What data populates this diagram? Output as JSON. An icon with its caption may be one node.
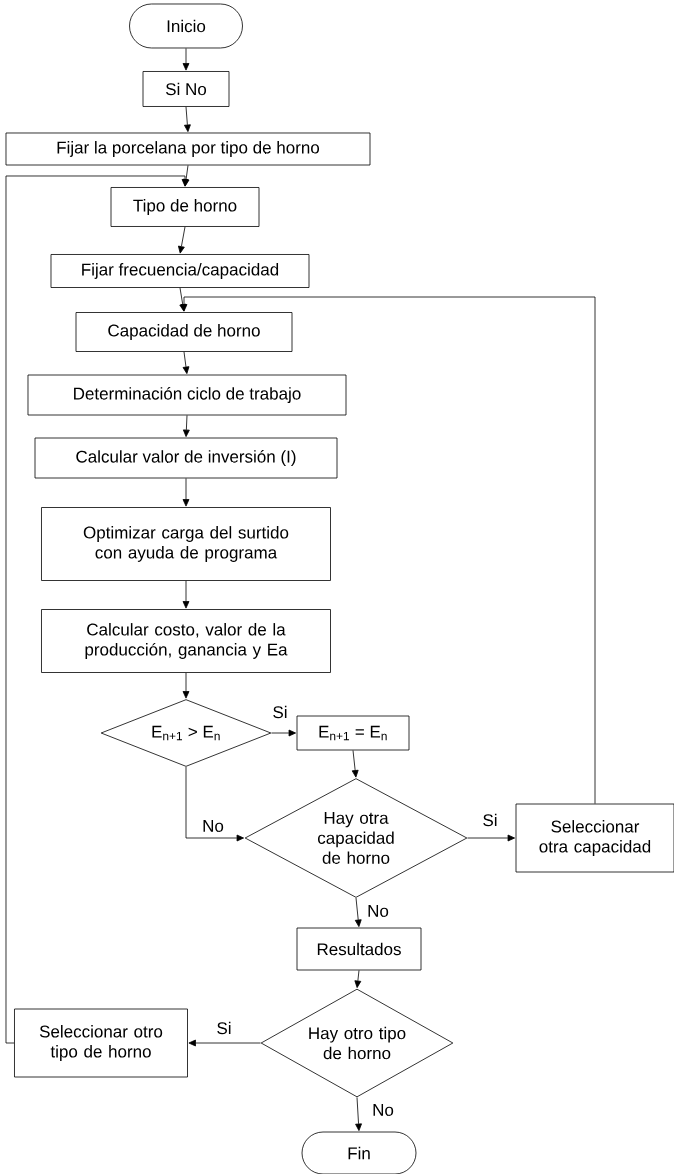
{
  "diagram": {
    "nodes": [
      {
        "text": [
          "Inicio"
        ]
      },
      {
        "text": [
          "Si No"
        ]
      },
      {
        "text": [
          "Fijar la porcelana por tipo de horno"
        ]
      },
      {
        "text": [
          "Tipo de horno"
        ]
      },
      {
        "text": [
          "Fijar frecuencia/capacidad"
        ]
      },
      {
        "text": [
          "Capacidad de horno"
        ]
      },
      {
        "text": [
          "Determinación ciclo de trabajo"
        ]
      },
      {
        "text": [
          "Calcular valor de inversión (I)"
        ]
      },
      {
        "text": [
          "Optimizar carga del surtido con ayuda de programa"
        ]
      },
      {
        "text": [
          "Calcular costo, valor de la producción, ganancia y Ea"
        ]
      },
      {
        "text": [
          "E$_{n+1}$ > E$_{n}$"
        ]
      },
      {
        "text": [
          "E$_{n+1}$ = E$_{n}$"
        ]
      },
      {
        "text": [
          "Hay otra capacidad de horno"
        ]
      },
      {
        "text": [
          "Seleccionar otra capacidad"
        ]
      },
      {
        "text": [
          "Resultados"
        ]
      },
      {
        "text": [
          "Hay otro tipo de horno"
        ]
      },
      {
        "text": [
          "Seleccionar otro tipo de horno"
        ]
      },
      {
        "text": [
          "Fin"
        ]
      }
    ],
    "edges": [
      {
        "from": 0,
        "to": 1,
        "arrow": "to"
      },
      {
        "from": 1,
        "to": 2,
        "arrow": "to"
      },
      {
        "from": 2,
        "to": 3,
        "arrow": "to"
      },
      {
        "from": 3,
        "to": 4,
        "arrow": "to"
      },
      {
        "from": 4,
        "to": 5,
        "arrow": "to"
      },
      {
        "from": 5,
        "to": 6,
        "arrow": "to"
      },
      {
        "from": 6,
        "to": 7,
        "arrow": "to"
      },
      {
        "from": 7,
        "to": 8,
        "arrow": "to"
      },
      {
        "from": 8,
        "to": 9,
        "arrow": "to"
      },
      {
        "from": 9,
        "to": 10,
        "arrow": "to"
      },
      {
        "from": 10,
        "to": 11,
        "arrow": "to",
        "label": "Si"
      },
      {
        "from": 10,
        "to": 12,
        "arrow": "to",
        "label": "No"
      },
      {
        "from": 11,
        "to": 12,
        "arrow": "to"
      },
      {
        "from": 12,
        "to": 13,
        "arrow": "to",
        "label": "Si"
      },
      {
        "from": 12,
        "to": 14,
        "arrow": "to",
        "label": "No"
      },
      {
        "from": 14,
        "to": 15,
        "arrow": "to"
      },
      {
        "from": 15,
        "to": 16,
        "arrow": "to",
        "label": "Si"
      },
      {
        "from": 15,
        "to": 17,
        "arrow": "to",
        "label": "No"
      },
      {
        "from": 16,
        "to": 3,
        "arrow": "to"
      },
      {
        "from": 13,
        "to": 5,
        "arrow": "to"
      }
    ]
  }
}
